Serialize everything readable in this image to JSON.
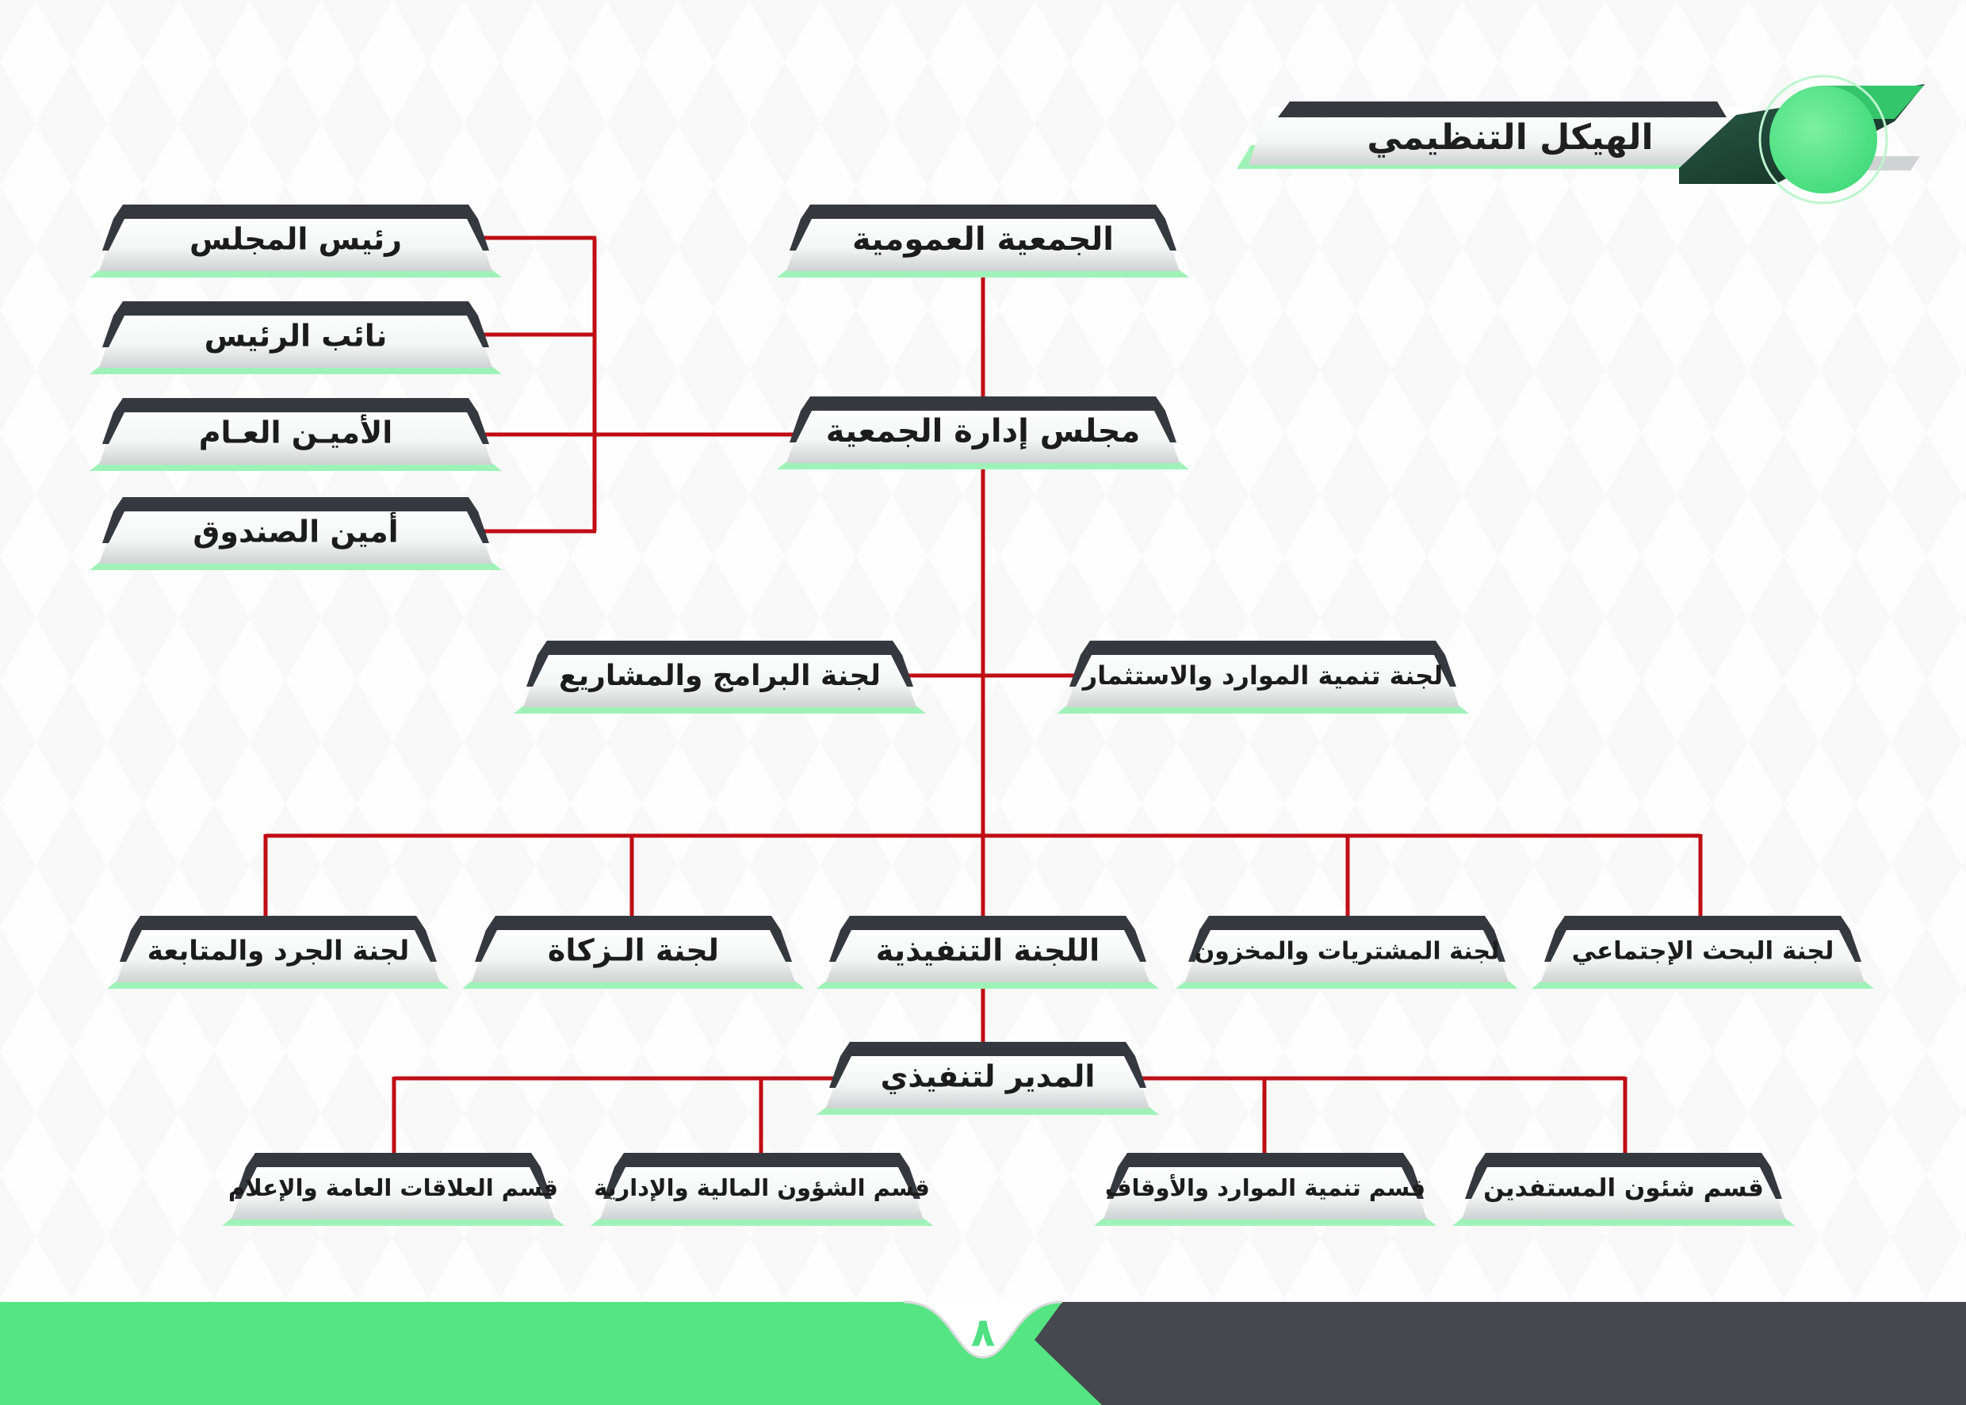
{
  "title": "الهيكل التنظيمي",
  "page_number": "٨",
  "colors": {
    "connector": "#c00d14",
    "dark_trim": "#35393f",
    "green_trim": "#9ff2b7",
    "accent_green": "#4fe083",
    "dark_green": "#1a3d33",
    "footer_dark": "#45484e"
  },
  "nodes": {
    "general_assembly": "الجمعية العمومية",
    "board": "مجلس إدارة الجمعية",
    "board_chair": "رئيس المجلس",
    "vice_chair": "نائب الرئيس",
    "secretary_general": "الأميـن العـام",
    "treasurer": "أمين الصندوق",
    "programs_committee": "لجنة البرامج والمشاريع",
    "resources_committee": "لجنة تنمية الموارد والاستثمار",
    "inventory_committee": "لجنة الجرد والمتابعة",
    "zakat_committee": "لجنة الـزكاة",
    "executive_committee": "اللجنة التنفيذية",
    "procurement_committee": "لجنة المشتريات والمخزون",
    "social_research_committee": "لجنة البحث الإجتماعي",
    "executive_director": "المدير لتنفيذي",
    "pr_dept": "قسم العلاقات العامة والإعلام",
    "finance_admin_dept": "قسم الشؤون المالية والإدارية",
    "resources_endowments_dept": "قسم تنمية الموارد والأوقاف",
    "beneficiaries_dept": "قسم شئون المستفدين"
  }
}
